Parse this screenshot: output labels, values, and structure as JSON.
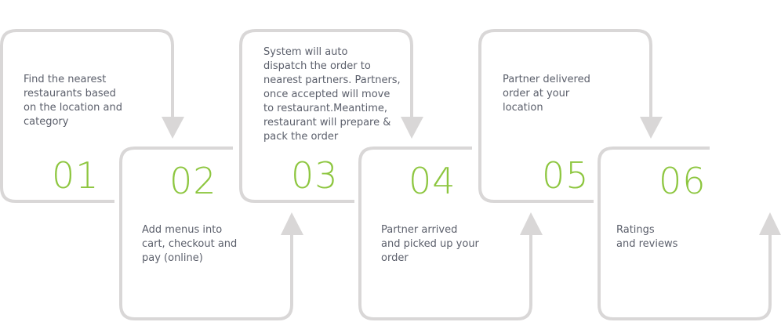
{
  "colors": {
    "frame": "#d9d7d7",
    "number": "#8dc63f",
    "text": "#5b5f6b",
    "background": "#ffffff"
  },
  "steps": [
    {
      "number": "01",
      "text": "Find the nearest\nrestaurants based\non the location and\ncategory"
    },
    {
      "number": "02",
      "text": "Add menus into\ncart, checkout and\npay (online)"
    },
    {
      "number": "03",
      "text": "System will auto\ndispatch the order to\nnearest partners. Partners,\nonce accepted will move\nto restaurant.Meantime,\nrestaurant will prepare &\npack the order"
    },
    {
      "number": "04",
      "text": "Partner arrived\nand picked up your\norder"
    },
    {
      "number": "05",
      "text": "Partner delivered\norder at your\nlocation"
    },
    {
      "number": "06",
      "text": "Ratings\nand reviews"
    }
  ]
}
